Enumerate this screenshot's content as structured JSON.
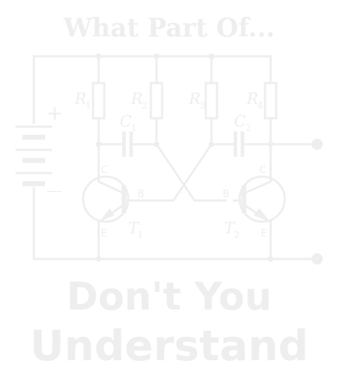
{
  "heading": "What Part Of...",
  "footer_line1": "Don't You",
  "footer_line2": "Understand",
  "resistors": [
    {
      "letter": "R",
      "sub": "1"
    },
    {
      "letter": "R",
      "sub": "2"
    },
    {
      "letter": "R",
      "sub": "3"
    },
    {
      "letter": "R",
      "sub": "4"
    }
  ],
  "capacitors": [
    {
      "letter": "C",
      "sub": "1"
    },
    {
      "letter": "C",
      "sub": "2"
    }
  ],
  "transistors": [
    {
      "letter": "T",
      "sub": "1",
      "collector": "C",
      "base": "B",
      "emitter": "E"
    },
    {
      "letter": "T",
      "sub": "2",
      "collector": "C",
      "base": "B",
      "emitter": "E"
    }
  ],
  "battery": {
    "plus": "+",
    "minus": "—"
  },
  "colors": {
    "ink": "#eeeeee",
    "background": "#ffffff"
  }
}
